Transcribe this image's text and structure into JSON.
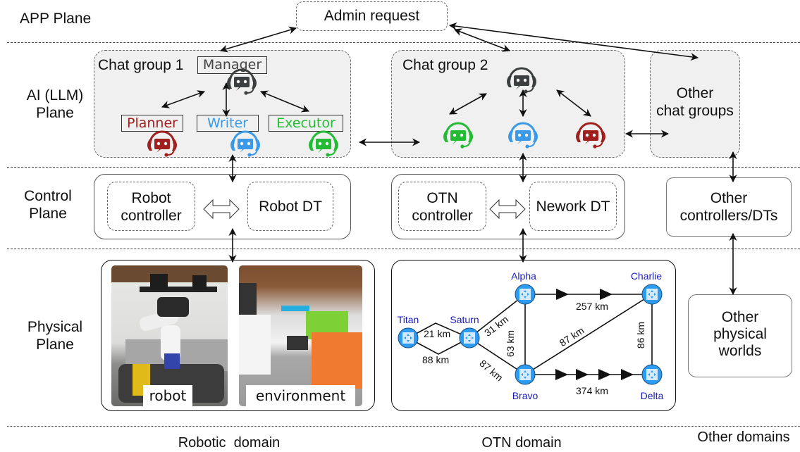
{
  "planes": {
    "app": "APP Plane",
    "ai_line1": "AI (LLM)",
    "ai_line2": "Plane",
    "control_line1": "Control",
    "control_line2": "Plane",
    "physical_line1": "Physical",
    "physical_line2": "Plane"
  },
  "admin_request": "Admin request",
  "chat_group_1": {
    "title": "Chat group 1",
    "manager": "Manager",
    "roles": [
      {
        "label": "Planner",
        "color": "#a02020"
      },
      {
        "label": "Writer",
        "color": "#3a9ae8"
      },
      {
        "label": "Executor",
        "color": "#22bb33"
      }
    ],
    "manager_color": "#3c3f3f"
  },
  "chat_group_2": {
    "title": "Chat group 2",
    "agent_colors": [
      "#3c3f3f",
      "#22bb33",
      "#3a9ae8",
      "#a02020"
    ]
  },
  "other_chat_groups": {
    "line1": "Other",
    "line2": "chat groups"
  },
  "control": {
    "robot_controller": {
      "line1": "Robot",
      "line2": "controller"
    },
    "robot_dt": "Robot DT",
    "otn_controller": {
      "line1": "OTN",
      "line2": "controller"
    },
    "network_dt": "Nework DT",
    "other": {
      "line1": "Other",
      "line2": "controllers/DTs"
    }
  },
  "physical": {
    "robot_photo_label": "robot",
    "environment_photo_label": "environment",
    "other": {
      "line1": "Other",
      "line2": "physical",
      "line3": "worlds"
    }
  },
  "otn_network": {
    "nodes": [
      {
        "id": "Titan",
        "label": "Titan"
      },
      {
        "id": "Saturn",
        "label": "Saturn"
      },
      {
        "id": "Alpha",
        "label": "Alpha"
      },
      {
        "id": "Charlie",
        "label": "Charlie"
      },
      {
        "id": "Bravo",
        "label": "Bravo"
      },
      {
        "id": "Delta",
        "label": "Delta"
      }
    ],
    "links": [
      {
        "from": "Titan",
        "to": "Saturn",
        "label": "21 km"
      },
      {
        "from": "Titan",
        "to": "Saturn",
        "label": "88 km"
      },
      {
        "from": "Saturn",
        "to": "Alpha",
        "label": "31 km"
      },
      {
        "from": "Saturn",
        "to": "Bravo",
        "label": "87 km"
      },
      {
        "from": "Alpha",
        "to": "Bravo",
        "label": "63 km"
      },
      {
        "from": "Alpha",
        "to": "Charlie",
        "label": "257 km"
      },
      {
        "from": "Bravo",
        "to": "Charlie",
        "label": "87 km"
      },
      {
        "from": "Charlie",
        "to": "Delta",
        "label": "86 km"
      },
      {
        "from": "Bravo",
        "to": "Delta",
        "label": "374 km"
      }
    ],
    "node_color": "#2d9cf0",
    "label_color": "#1a1ab8"
  },
  "domains": {
    "robotic": "Robotic  domain",
    "otn": "OTN domain",
    "other": "Other domains"
  }
}
